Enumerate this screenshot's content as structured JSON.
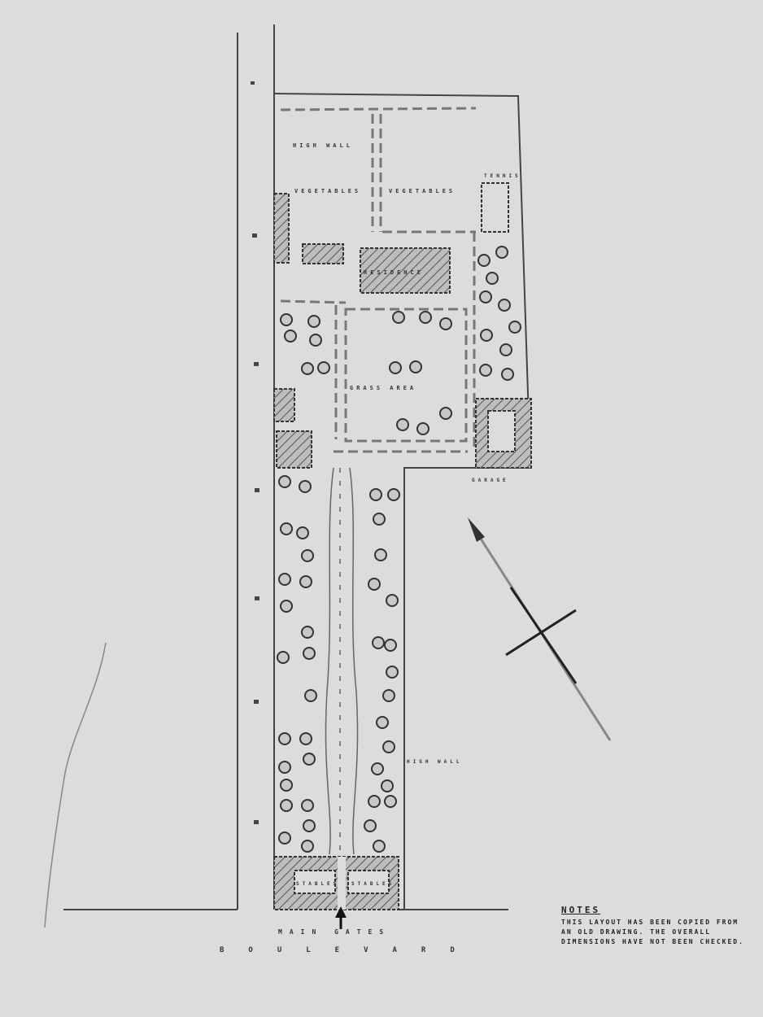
{
  "labels": {
    "high_wall_top": "HIGH WALL",
    "vegetables_left": "VEGETABLES",
    "vegetables_right": "VEGETABLES",
    "tennis": "TENNIS",
    "house": "RESIDENCE",
    "grass_area": "GRASS AREA",
    "garage": "GARAGE",
    "high_wall_side": "HIGH WALL",
    "stables_left": "STABLES",
    "stables_right": "STABLES",
    "main_gates": "MAIN GATES",
    "boulevard": "BOULEVARD"
  },
  "notes": {
    "title": "NOTES",
    "text": "THIS LAYOUT HAS BEEN COPIED FROM AN OLD DRAWING. THE OVERALL DIMENSIONS HAVE NOT BEEN CHECKED."
  },
  "colors": {
    "paper": "#dcdcdc",
    "ink": "#333333",
    "hatch": "#555555"
  }
}
